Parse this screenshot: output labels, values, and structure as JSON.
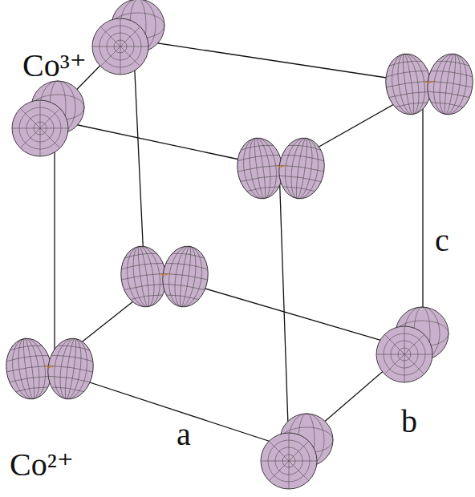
{
  "diagram": {
    "labels": [
      "Co³⁺",
      "c",
      "a",
      "b",
      "Co²⁺"
    ]
  }
}
